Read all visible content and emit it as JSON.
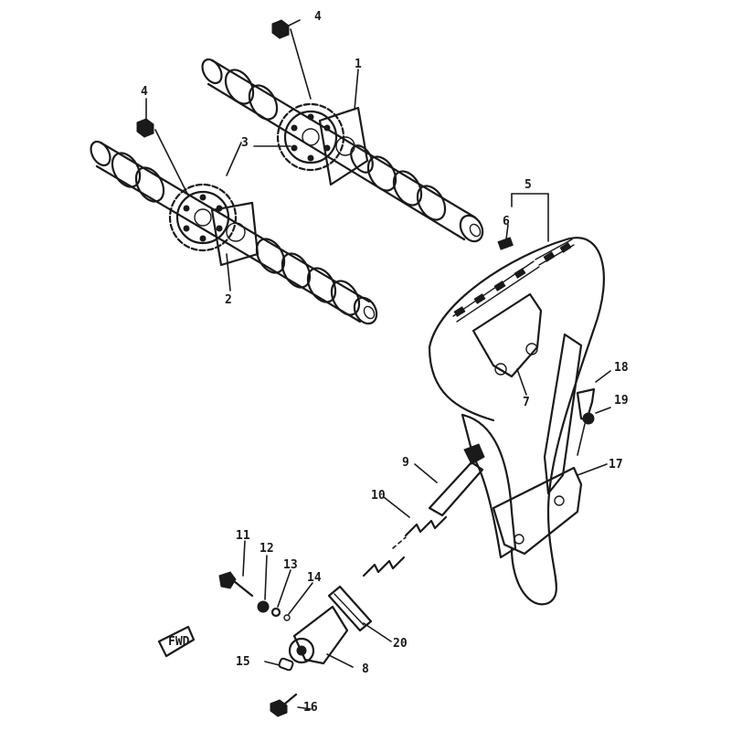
{
  "callouts": {
    "c1": "1",
    "c2": "2",
    "c3": "3",
    "c4a": "4",
    "c4b": "4",
    "c5": "5",
    "c6": "6",
    "c7": "7",
    "c8": "8",
    "c9": "9",
    "c10": "10",
    "c11": "11",
    "c12": "12",
    "c13": "13",
    "c14": "14",
    "c15": "15",
    "c16": "16",
    "c17": "17",
    "c18": "18",
    "c19": "19",
    "c20": "20"
  },
  "front_mark": "FWD"
}
